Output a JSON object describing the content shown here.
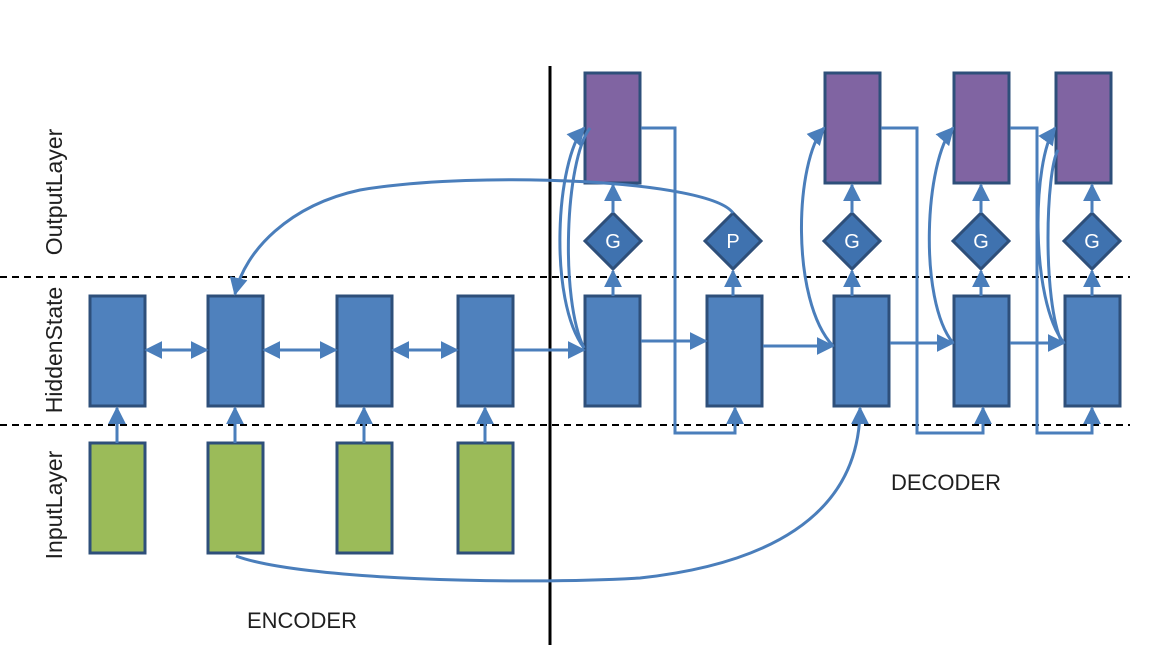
{
  "row_labels": {
    "output": "OutputLayer",
    "hidden": "HiddenState",
    "input": "InputLayer"
  },
  "sections": {
    "encoder": "ENCODER",
    "decoder": "DECODER"
  },
  "gates": [
    "G",
    "P",
    "G",
    "G",
    "G"
  ],
  "colors": {
    "input": "#9bbb59",
    "hidden": "#4f81bd",
    "output": "#8064a2",
    "arrow": "#4a7ebb",
    "gate": "#3f72af"
  }
}
